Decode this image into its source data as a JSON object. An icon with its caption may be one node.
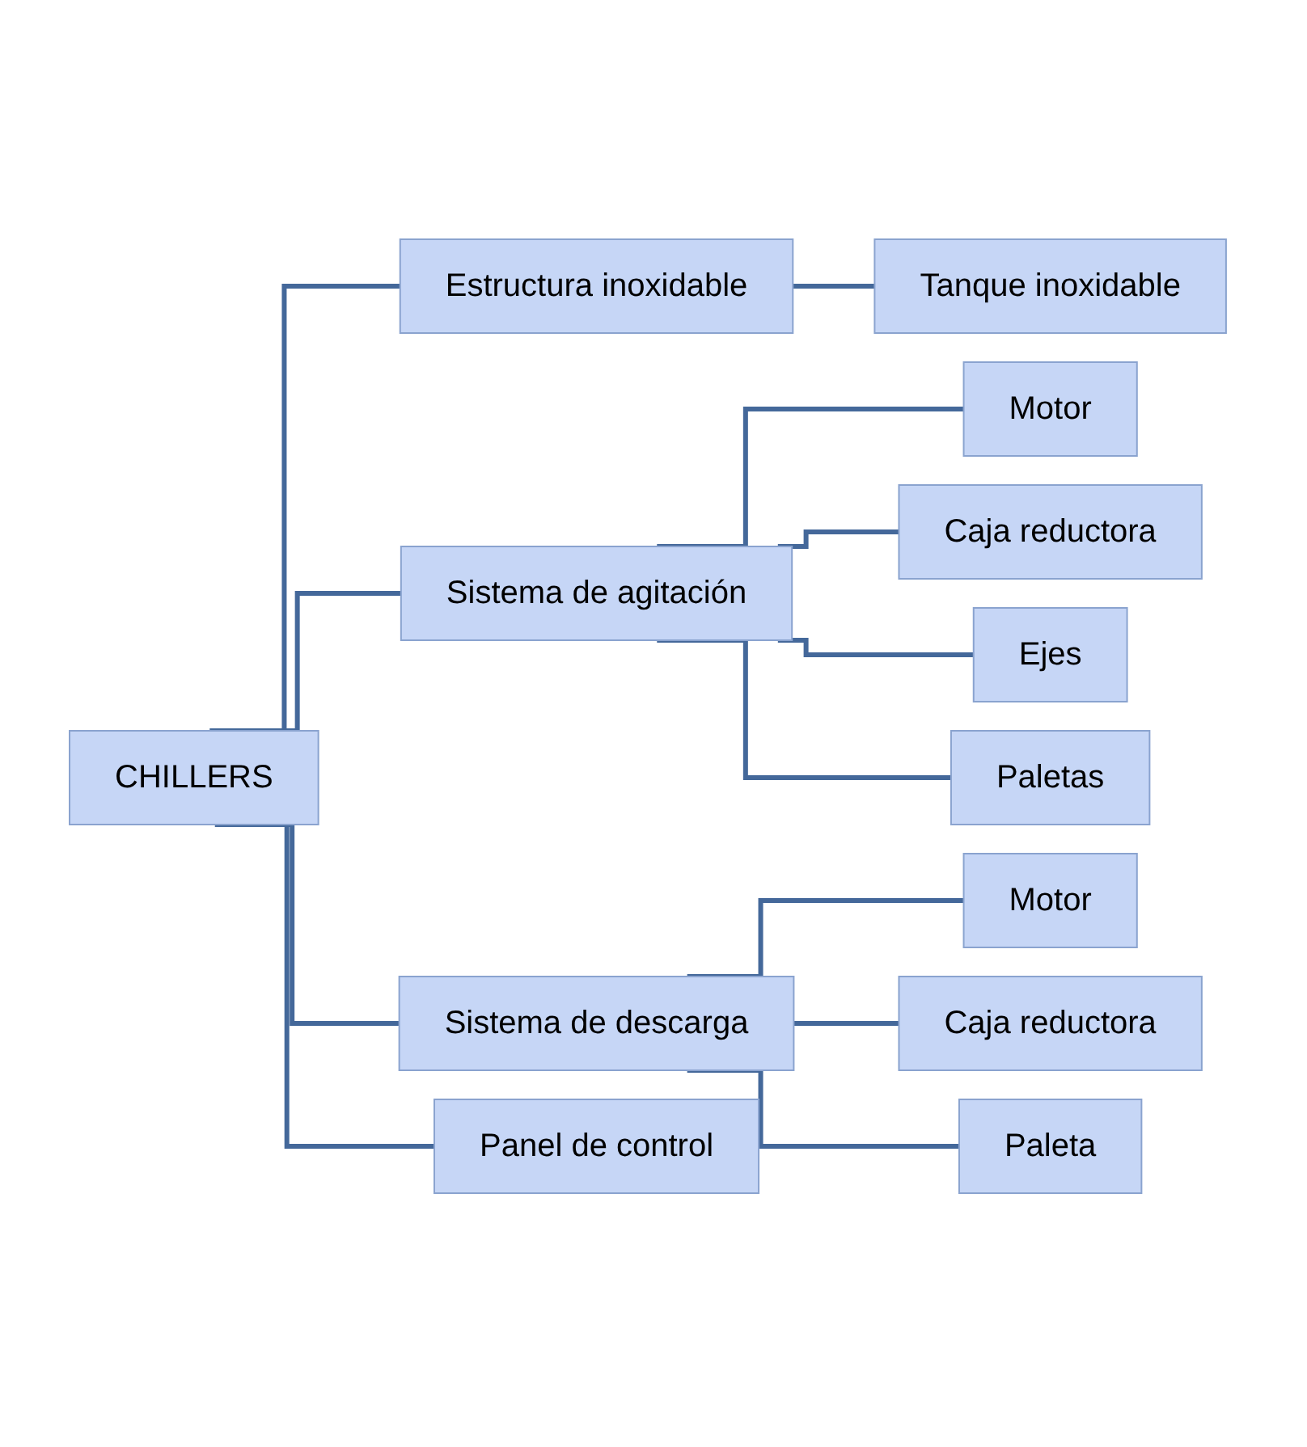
{
  "diagram": {
    "nodes": [
      {
        "text": [
          "CHILLERS"
        ]
      },
      {
        "text": [
          "Estructura inoxidable"
        ]
      },
      {
        "text": [
          "Tanque inoxidable"
        ]
      },
      {
        "text": [
          "Sistema de agitación"
        ]
      },
      {
        "text": [
          "Motor"
        ]
      },
      {
        "text": [
          "Caja reductora"
        ]
      },
      {
        "text": [
          "Ejes"
        ]
      },
      {
        "text": [
          "Paletas"
        ]
      },
      {
        "text": [
          "Sistema de descarga"
        ]
      },
      {
        "text": [
          "Motor"
        ]
      },
      {
        "text": [
          "Caja reductora"
        ]
      },
      {
        "text": [
          "Paleta"
        ]
      },
      {
        "text": [
          "Panel de control"
        ]
      }
    ],
    "edges": [
      {
        "from": 0,
        "to": 1,
        "arrow": "none"
      },
      {
        "from": 0,
        "to": 3,
        "arrow": "none"
      },
      {
        "from": 0,
        "to": 8,
        "arrow": "none"
      },
      {
        "from": 0,
        "to": 12,
        "arrow": "none"
      },
      {
        "from": 1,
        "to": 2,
        "arrow": "none"
      },
      {
        "from": 3,
        "to": 4,
        "arrow": "none"
      },
      {
        "from": 3,
        "to": 5,
        "arrow": "none"
      },
      {
        "from": 3,
        "to": 6,
        "arrow": "none"
      },
      {
        "from": 3,
        "to": 7,
        "arrow": "none"
      },
      {
        "from": 8,
        "to": 9,
        "arrow": "none"
      },
      {
        "from": 8,
        "to": 10,
        "arrow": "none"
      },
      {
        "from": 8,
        "to": 11,
        "arrow": "none"
      }
    ]
  }
}
